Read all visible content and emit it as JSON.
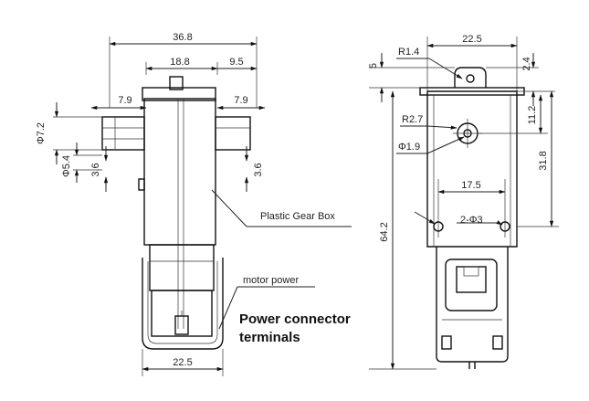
{
  "left_view": {
    "dims": {
      "overall_width": "36.8",
      "body_width": "18.8",
      "right_offset": "9.5",
      "left_shaft_len": "7.9",
      "right_shaft_len": "7.9",
      "shaft_dia": "Φ7.2",
      "flat_dia": "Φ5.4",
      "left_flat": "3.6",
      "right_flat": "3.6",
      "base_width": "22.5"
    },
    "labels": {
      "gearbox": "Plastic Gear Box",
      "motor_power": "motor power",
      "connector_line1": "Power connector",
      "connector_line2": "terminals"
    }
  },
  "right_view": {
    "dims": {
      "top_width": "22.5",
      "radius_top": "R1.4",
      "left_gap": "5",
      "right_gap": "2.4",
      "radius_hub": "R2.7",
      "hub_dia": "Φ1.9",
      "hub_offset": "11.2",
      "hole_spacing": "17.5",
      "holes": "2-Φ3",
      "upper_height": "31.8",
      "total_height": "64.2"
    }
  }
}
